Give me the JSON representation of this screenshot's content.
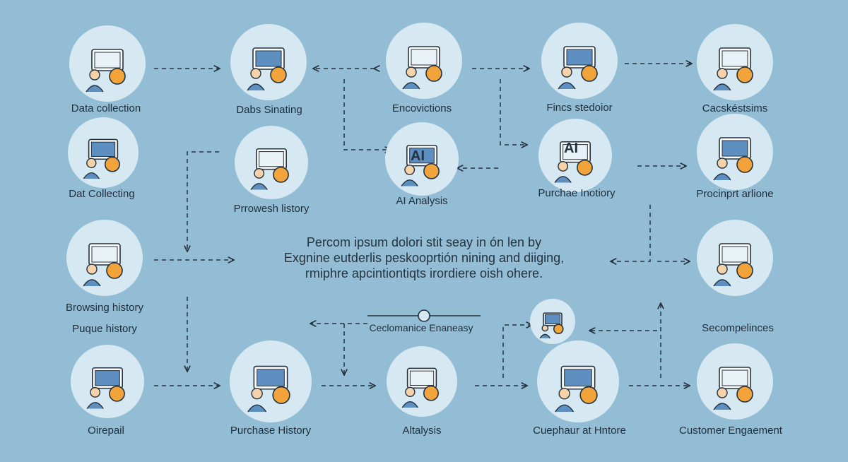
{
  "colors": {
    "background": "#93bdd4",
    "node_fill": "#d6e8f1",
    "stroke": "#24323f",
    "accent_orange": "#f2a43a",
    "accent_blue": "#5e8fc1",
    "text": "#1f2d3a"
  },
  "nodes": [
    {
      "key": "n1",
      "label": "Data collection",
      "icon": "network-magnifier-icon"
    },
    {
      "key": "n2",
      "label": "Dabs Sinating",
      "icon": "monitor-cursor-icon"
    },
    {
      "key": "n3",
      "label": "Encovictions",
      "icon": "people-chart-icon"
    },
    {
      "key": "n4",
      "label": "Fincs stedoior",
      "icon": "shopping-cart-people-icon"
    },
    {
      "key": "n5",
      "label": "Cacskéstsims",
      "icon": "analyst-desk-icon"
    },
    {
      "key": "n6",
      "label": "Dat Collecting",
      "icon": "target-board-icon"
    },
    {
      "key": "n7",
      "label": "Prrowesh listory",
      "icon": "browser-window-icon"
    },
    {
      "key": "n8",
      "label": "AI Analysis",
      "icon": "ai-monitor-gear-icon"
    },
    {
      "key": "n9",
      "label": "Purchae Inotiory",
      "icon": "ai-tablet-like-icon"
    },
    {
      "key": "n10",
      "label": "Procinprt arlione",
      "icon": "monitor-chart-magnifier-icon"
    },
    {
      "key": "n11",
      "label": "Browsing history",
      "icon": "document-chart-icon"
    },
    {
      "key": "n12",
      "label": "Purchase History",
      "icon": "presentation-team-icon"
    },
    {
      "key": "n13",
      "label": "Altalysis",
      "icon": "cart-customers-icon"
    },
    {
      "key": "n14",
      "label": "Cuephaur at Hntore",
      "icon": "robot-head-group-icon"
    },
    {
      "key": "n15",
      "label": "Customer Engaement",
      "icon": "lightbulb-laptop-icon"
    },
    {
      "key": "n16",
      "label": "Oirepail",
      "icon": "team-target-icon"
    },
    {
      "key": "n17",
      "label": "",
      "icon": "presenter-screen-icon"
    },
    {
      "key": "n18",
      "label": "",
      "icon": "bulb-thinking-icon"
    }
  ],
  "extra_labels": {
    "puque_history": "Puque history",
    "secompelinces": "Secompelinces",
    "cecloamanice": "Ceclomanice Enaneasy"
  },
  "center_text": {
    "line1": "Percom ipsum dolori stit seay in ón len by",
    "line2": "Exgnine eutderlis peskooprtión nining and diiging,",
    "line3": "rmiphre apcintiontiqts irordiere oish ohere."
  },
  "ai_badge": "AI"
}
